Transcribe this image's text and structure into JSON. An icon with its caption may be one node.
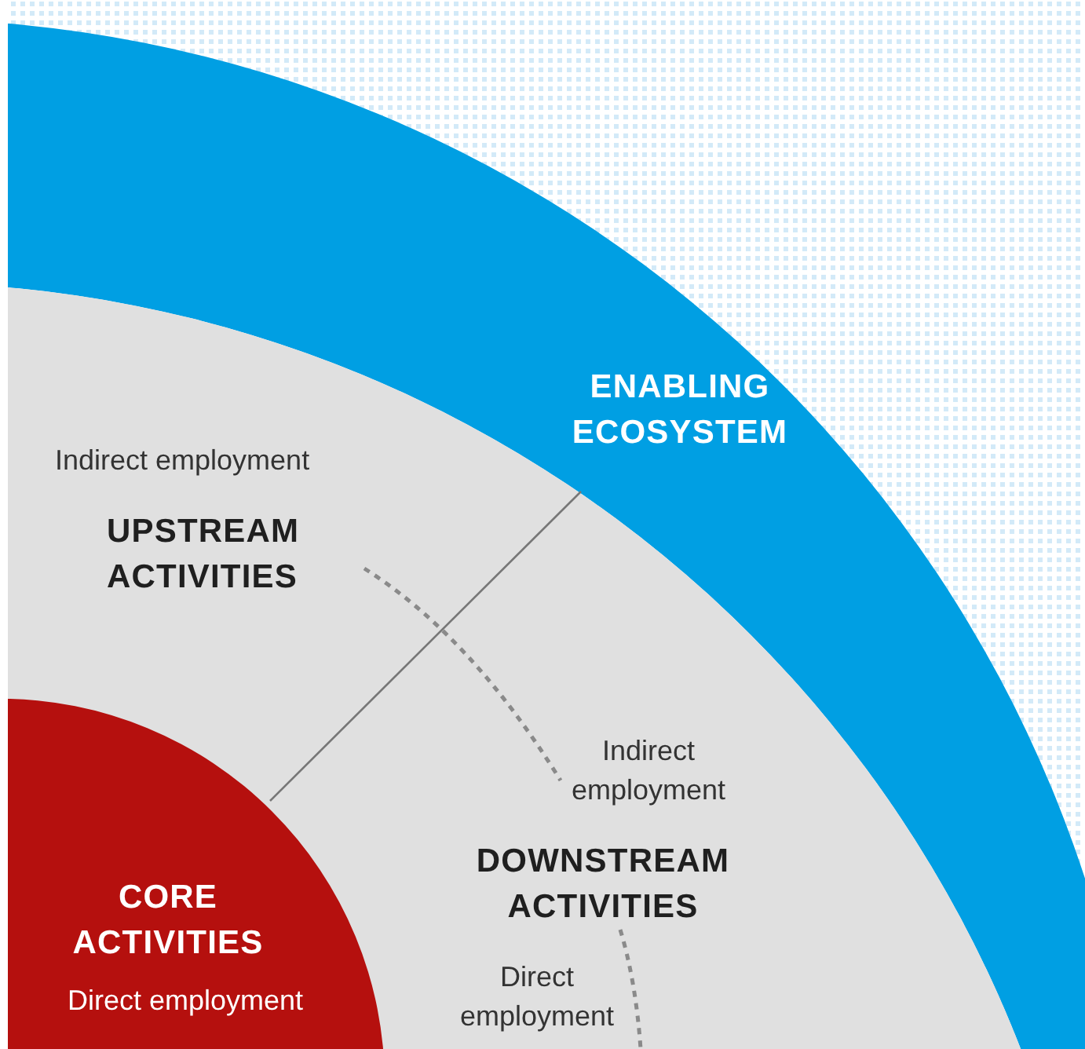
{
  "diagram": {
    "nodes": [
      {
        "text": [
          "ENABLING ECOSYSTEM"
        ]
      },
      {
        "text": [
          "Indirect employment",
          "UPSTREAM ACTIVITIES"
        ],
        "in": 0
      },
      {
        "text": [
          "Indirect employment",
          "DOWNSTREAM ACTIVITIES",
          "Direct employment"
        ],
        "in": 0
      },
      {
        "text": [
          "CORE ACTIVITIES",
          "Direct employment"
        ],
        "in": 0
      }
    ]
  }
}
